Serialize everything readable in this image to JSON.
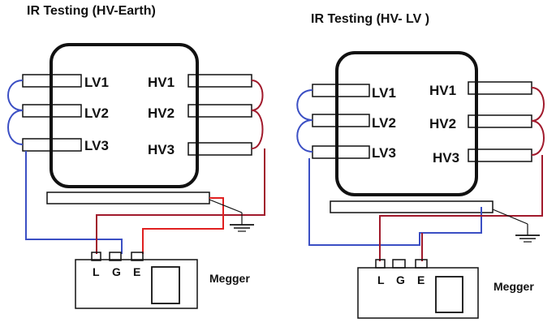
{
  "left": {
    "title": "IR Testing (HV-Earth)",
    "lv_labels": [
      "LV1",
      "LV2",
      "LV3"
    ],
    "hv_labels": [
      "HV1",
      "HV2",
      "HV3"
    ],
    "megger_terminals": [
      "L",
      "G",
      "E"
    ],
    "megger_label": "Megger"
  },
  "right": {
    "title": "IR Testing (HV- LV   )",
    "lv_labels": [
      "LV1",
      "LV2",
      "LV3"
    ],
    "hv_labels": [
      "HV1",
      "HV2",
      "HV3"
    ],
    "megger_terminals": [
      "L",
      "G",
      "E"
    ],
    "megger_label": "Megger"
  },
  "colors": {
    "lv_wire": "#3b4fc4",
    "hv_wire": "#a11a2c",
    "earth_lead": "#e02020",
    "outline": "#111111"
  }
}
